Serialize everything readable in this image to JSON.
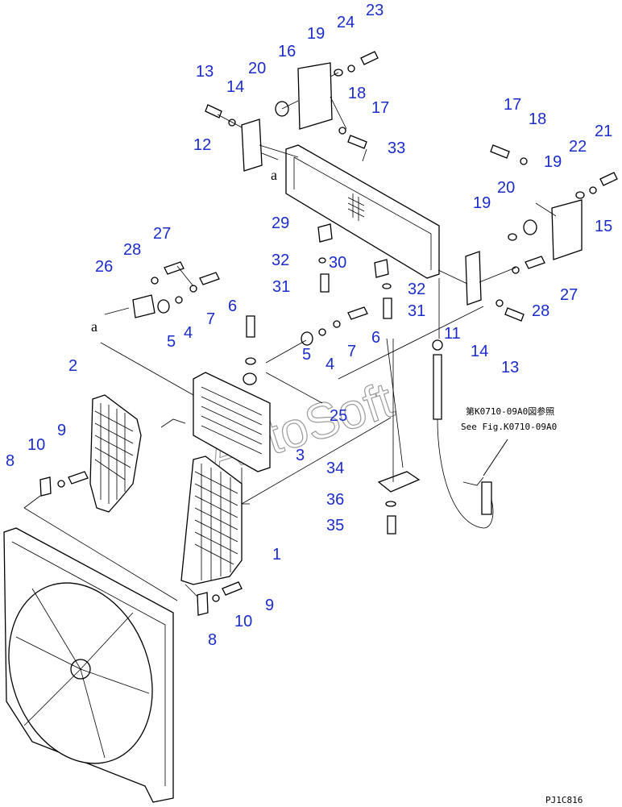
{
  "diagram": {
    "part_numbers": [
      "1",
      "2",
      "3",
      "4",
      "5",
      "6",
      "7",
      "8",
      "9",
      "10",
      "11",
      "12",
      "13",
      "14",
      "15",
      "16",
      "17",
      "18",
      "19",
      "20",
      "21",
      "22",
      "23",
      "24",
      "25",
      "26",
      "27",
      "28",
      "29",
      "30",
      "31",
      "32",
      "33",
      "34",
      "35",
      "36"
    ],
    "reference_note_jp": "第K0710-09A0図参照",
    "reference_note_en": "See Fig.K0710-09A0",
    "figure_code": "PJ1C816",
    "connector_letter": "a",
    "watermark": "AutoSoft",
    "colors": {
      "callout": "#1a2ccc",
      "line": "#000000",
      "watermark": "#9a9a9a"
    }
  }
}
